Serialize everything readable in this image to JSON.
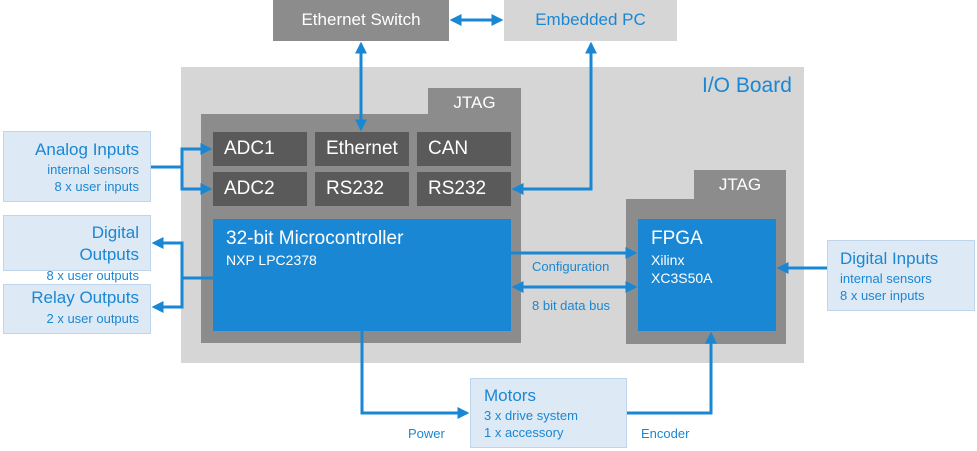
{
  "top": {
    "ethernet_switch": "Ethernet Switch",
    "embedded_pc": "Embedded PC"
  },
  "io_board": {
    "title": "I/O Board",
    "micro_jtag": "JTAG",
    "fpga_jtag": "JTAG",
    "peripherals": [
      "ADC1",
      "Ethernet",
      "CAN",
      "ADC2",
      "RS232",
      "RS232"
    ],
    "micro": {
      "title": "32-bit Microcontroller",
      "model": "NXP LPC2378"
    },
    "fpga": {
      "title": "FPGA",
      "line1": "Xilinx",
      "line2": "XC3S50A"
    },
    "link_config": "Configuration",
    "link_databus": "8 bit data bus"
  },
  "left": {
    "analog": {
      "title": "Analog Inputs",
      "line1": "internal sensors",
      "line2": "8 x user inputs"
    },
    "digital_out": {
      "title_line1": "Digital",
      "title_line2": "Outputs",
      "line1": "8 x user outputs"
    },
    "relay": {
      "title": "Relay Outputs",
      "line1": "2 x user outputs"
    }
  },
  "right": {
    "digital_in": {
      "title": "Digital Inputs",
      "line1": "internal sensors",
      "line2": "8 x user inputs"
    }
  },
  "bottom": {
    "motors": {
      "title": "Motors",
      "line1": "3 x drive system",
      "line2": "1 x accessory"
    },
    "power_label": "Power",
    "encoder_label": "Encoder"
  },
  "colors": {
    "blue": "#1a87d4",
    "arrow": "#1a87d4",
    "light_blue_box": "#dde9f5",
    "board_gray": "#d6d6d6",
    "module_gray": "#8c8c8c",
    "peripheral_gray": "#5a5a5a"
  }
}
